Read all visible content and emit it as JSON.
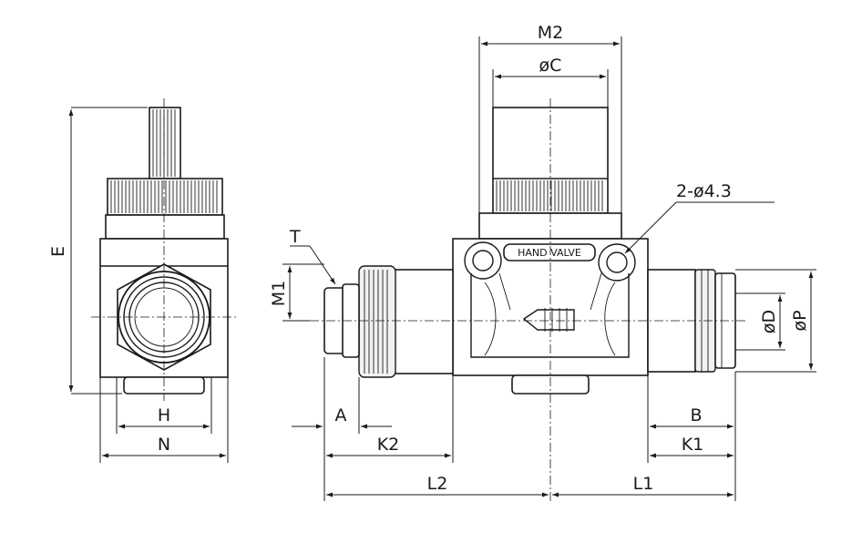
{
  "labels": {
    "E": "E",
    "H": "H",
    "N": "N",
    "M2": "M2",
    "C": "øC",
    "hole": "2-ø4.3",
    "T": "T",
    "M1": "M1",
    "D": "øD",
    "P": "øP",
    "A": "A",
    "K2": "K2",
    "L2": "L2",
    "B": "B",
    "K1": "K1",
    "L1": "L1"
  },
  "body_text": "HAND VALVE",
  "colors": {
    "line": "#1a1a1a",
    "background": "#ffffff"
  }
}
